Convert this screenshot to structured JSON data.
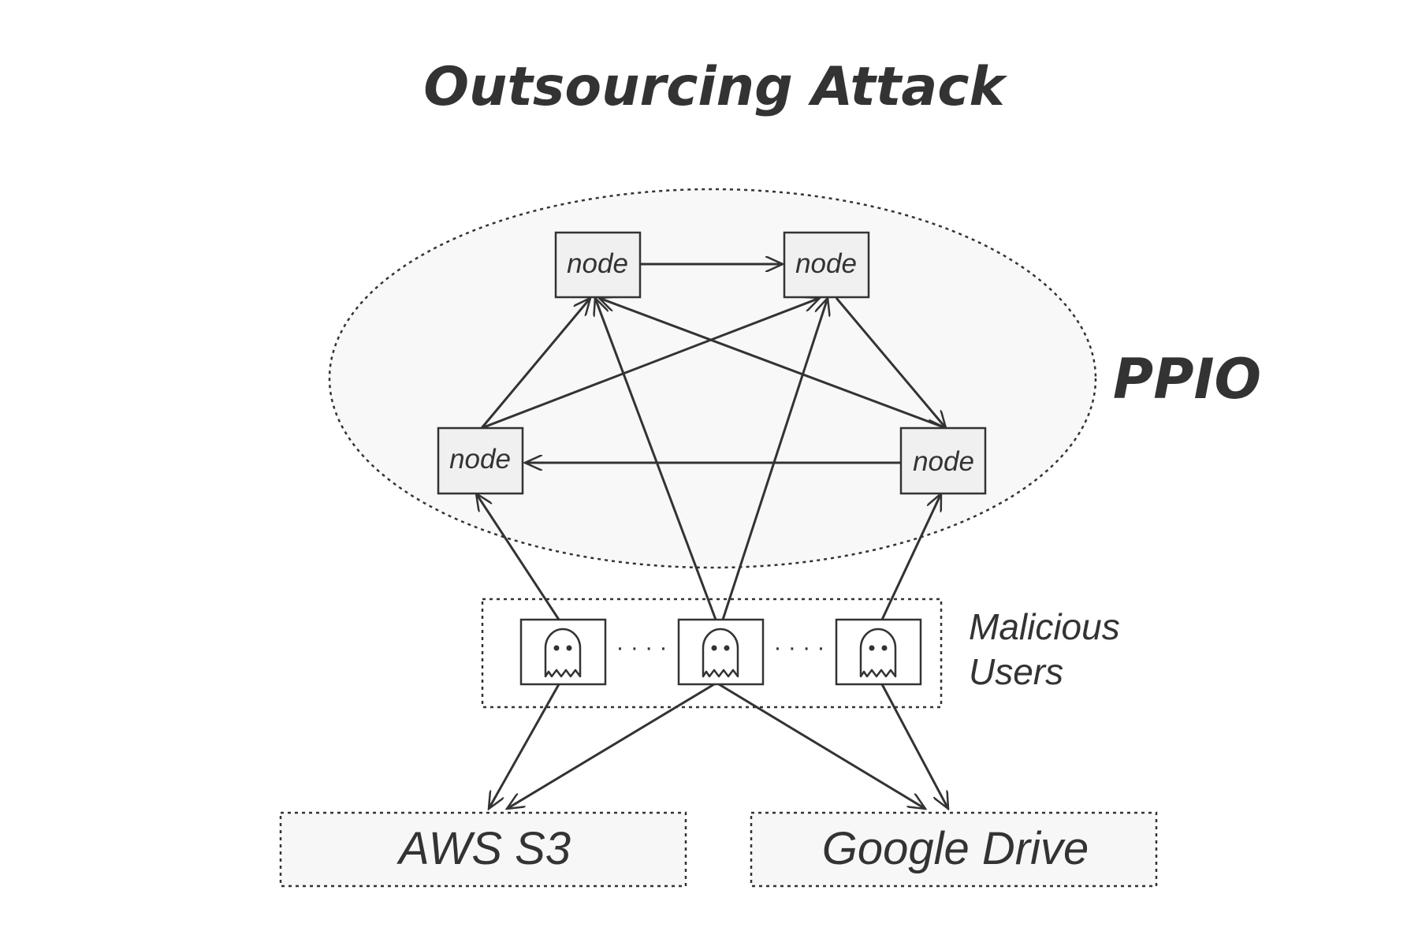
{
  "title": "Outsourcing Attack",
  "network": {
    "label": "PPIO",
    "nodes": [
      {
        "id": "node-top-left",
        "label": "node"
      },
      {
        "id": "node-top-right",
        "label": "node"
      },
      {
        "id": "node-mid-left",
        "label": "node"
      },
      {
        "id": "node-mid-right",
        "label": "node"
      }
    ]
  },
  "malicious_users": {
    "label_line1": "Malicious",
    "label_line2": "Users",
    "icon": "ghost-icon",
    "separator": "· · · ·"
  },
  "storage": {
    "aws": "AWS S3",
    "google": "Google Drive"
  }
}
